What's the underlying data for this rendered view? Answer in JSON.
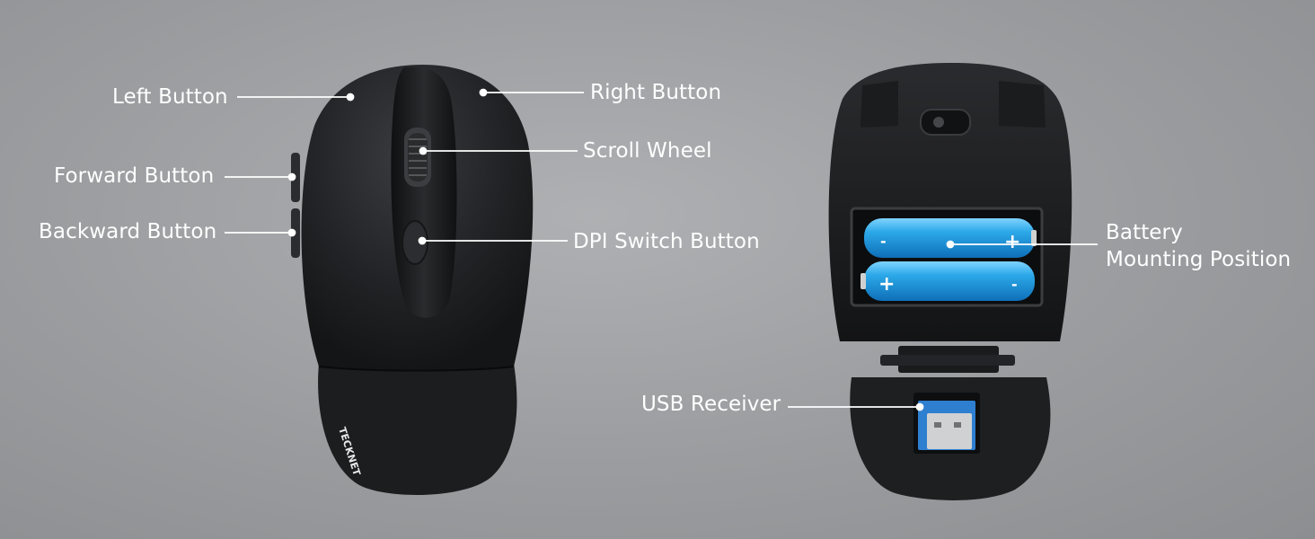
{
  "labels": {
    "left_button": "Left Button",
    "right_button": "Right Button",
    "scroll_wheel": "Scroll Wheel",
    "forward_button": "Forward Button",
    "backward_button": "Backward Button",
    "dpi_switch_button": "DPI Switch Button",
    "battery_line1": "Battery",
    "battery_line2": "Mounting Position",
    "usb_receiver": "USB Receiver"
  },
  "brand_text": "TECKNET",
  "colors": {
    "background": "#9a9c9f",
    "mouse_body": "#1f2022",
    "battery": "#2ba8e8",
    "usb_blue": "#2f7fd0",
    "label_text": "#ffffff"
  }
}
